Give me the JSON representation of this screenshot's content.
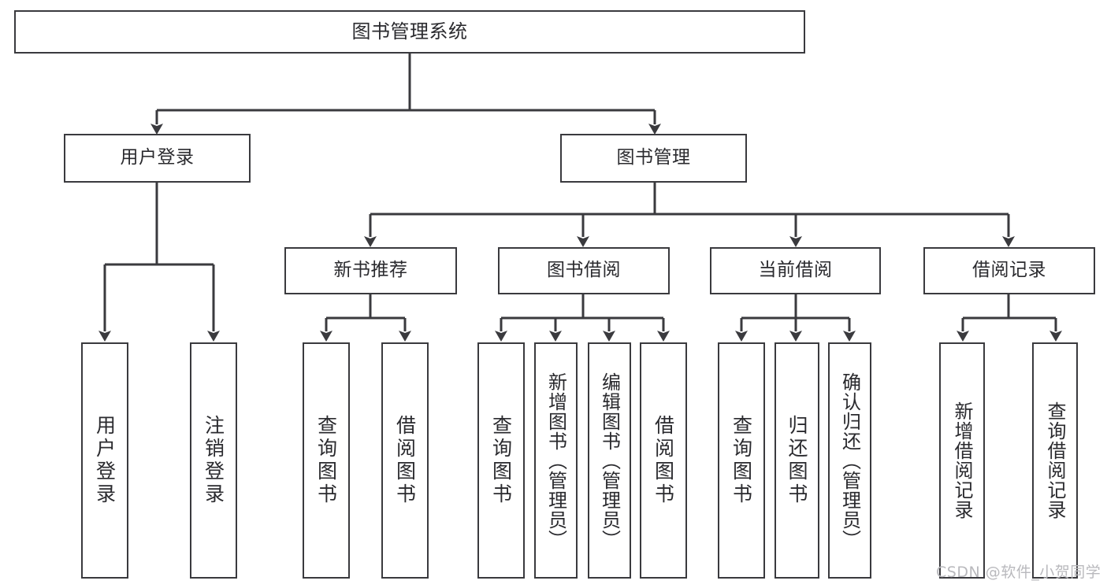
{
  "diagram": {
    "title": "图书管理系统",
    "type": "tree",
    "orientation": "top-down",
    "background_color": "#ffffff",
    "line_color": "#3a3a3e",
    "text_color": "#2a2a2e",
    "nodes": {
      "root": {
        "label": "图书管理系统"
      },
      "user_login": {
        "label": "用户登录"
      },
      "book_manage": {
        "label": "图书管理"
      },
      "new_book_rec": {
        "label": "新书推荐"
      },
      "book_borrow": {
        "label": "图书借阅"
      },
      "current_borrow": {
        "label": "当前借阅"
      },
      "borrow_record": {
        "label": "借阅记录"
      },
      "leaf_user_login": {
        "label": "用户登录"
      },
      "leaf_user_logout": {
        "label": "注销登录"
      },
      "leaf_query_book_1": {
        "label": "查询图书"
      },
      "leaf_borrow_book_1": {
        "label": "借阅图书"
      },
      "leaf_query_book_2": {
        "label": "查询图书"
      },
      "leaf_add_book_admin": {
        "label": "新增图书（管理员）"
      },
      "leaf_edit_book_admin": {
        "label": "编辑图书（管理员）"
      },
      "leaf_borrow_book_2": {
        "label": "借阅图书"
      },
      "leaf_query_book_3": {
        "label": "查询图书"
      },
      "leaf_return_book": {
        "label": "归还图书"
      },
      "leaf_confirm_return": {
        "label": "确认归还（管理员）"
      },
      "leaf_add_record": {
        "label": "新增借阅记录"
      },
      "leaf_query_record": {
        "label": "查询借阅记录"
      }
    },
    "edges": [
      {
        "from": "root",
        "to": "user_login"
      },
      {
        "from": "root",
        "to": "book_manage"
      },
      {
        "from": "user_login",
        "to": "leaf_user_login"
      },
      {
        "from": "user_login",
        "to": "leaf_user_logout"
      },
      {
        "from": "book_manage",
        "to": "new_book_rec"
      },
      {
        "from": "book_manage",
        "to": "book_borrow"
      },
      {
        "from": "book_manage",
        "to": "current_borrow"
      },
      {
        "from": "book_manage",
        "to": "borrow_record"
      },
      {
        "from": "new_book_rec",
        "to": "leaf_query_book_1"
      },
      {
        "from": "new_book_rec",
        "to": "leaf_borrow_book_1"
      },
      {
        "from": "book_borrow",
        "to": "leaf_query_book_2"
      },
      {
        "from": "book_borrow",
        "to": "leaf_add_book_admin"
      },
      {
        "from": "book_borrow",
        "to": "leaf_edit_book_admin"
      },
      {
        "from": "book_borrow",
        "to": "leaf_borrow_book_2"
      },
      {
        "from": "current_borrow",
        "to": "leaf_query_book_3"
      },
      {
        "from": "current_borrow",
        "to": "leaf_return_book"
      },
      {
        "from": "current_borrow",
        "to": "leaf_confirm_return"
      },
      {
        "from": "borrow_record",
        "to": "leaf_add_record"
      },
      {
        "from": "borrow_record",
        "to": "leaf_query_record"
      }
    ]
  },
  "watermark": {
    "text": "CSDN @软件_小贺同学"
  }
}
